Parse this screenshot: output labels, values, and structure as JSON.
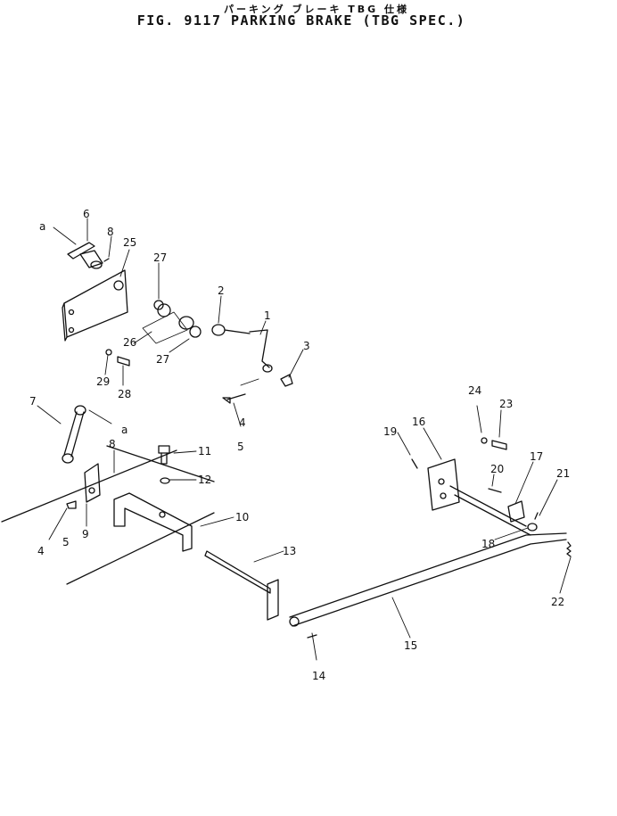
{
  "title_jp": "パーキング ブレーキ  TBG 仕様",
  "title_en": "FIG. 9117  PARKING BRAKE (TBG SPEC.)",
  "callouts": [
    {
      "id": "a-top",
      "text": "a"
    },
    {
      "id": "6",
      "text": "6"
    },
    {
      "id": "8-top",
      "text": "8"
    },
    {
      "id": "25",
      "text": "25"
    },
    {
      "id": "27-top",
      "text": "27"
    },
    {
      "id": "2",
      "text": "2"
    },
    {
      "id": "1",
      "text": "1"
    },
    {
      "id": "26",
      "text": "26"
    },
    {
      "id": "27-bot",
      "text": "27"
    },
    {
      "id": "3",
      "text": "3"
    },
    {
      "id": "29",
      "text": "29"
    },
    {
      "id": "28",
      "text": "28"
    },
    {
      "id": "4-top",
      "text": "4"
    },
    {
      "id": "5-top",
      "text": "5"
    },
    {
      "id": "7",
      "text": "7"
    },
    {
      "id": "a-bot",
      "text": "a"
    },
    {
      "id": "8-bot",
      "text": "8"
    },
    {
      "id": "11",
      "text": "11"
    },
    {
      "id": "12",
      "text": "12"
    },
    {
      "id": "10",
      "text": "10"
    },
    {
      "id": "4-bot",
      "text": "4"
    },
    {
      "id": "5-bot",
      "text": "5"
    },
    {
      "id": "9",
      "text": "9"
    },
    {
      "id": "13",
      "text": "13"
    },
    {
      "id": "14",
      "text": "14"
    },
    {
      "id": "15",
      "text": "15"
    },
    {
      "id": "24",
      "text": "24"
    },
    {
      "id": "23",
      "text": "23"
    },
    {
      "id": "16",
      "text": "16"
    },
    {
      "id": "19",
      "text": "19"
    },
    {
      "id": "20",
      "text": "20"
    },
    {
      "id": "17",
      "text": "17"
    },
    {
      "id": "21",
      "text": "21"
    },
    {
      "id": "18",
      "text": "18"
    },
    {
      "id": "22",
      "text": "22"
    }
  ]
}
